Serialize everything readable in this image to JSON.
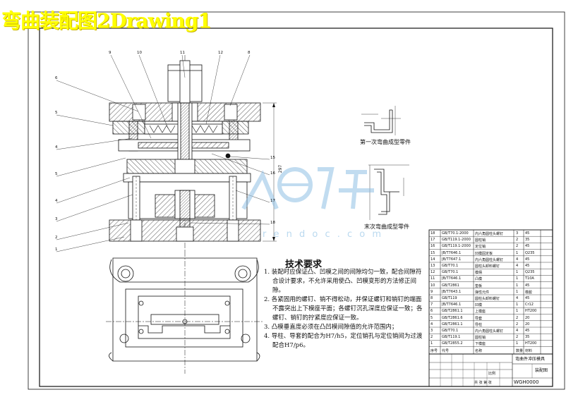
{
  "title": "弯曲装配图2Drawing1",
  "watermark": {
    "url_text": "r e n d o c . c o m"
  },
  "captions": {
    "first_bend_part": "第一次弯曲成型零件",
    "final_bend_part": "末次弯曲成型零件"
  },
  "part_labels_left": [
    "6",
    "5",
    "4",
    "5",
    "4",
    "3",
    "2",
    "1"
  ],
  "part_labels_top": [
    "9",
    "10",
    "11",
    "12",
    "8"
  ],
  "part_labels_right": [
    "15",
    "16",
    "17",
    "18"
  ],
  "dimension_labels": {
    "height": "297"
  },
  "technical_requirements": {
    "heading": "技术要求",
    "items": [
      "1. 装配时应保证凸、凹模之间的间隙均匀一致，配合间隙符合设计要求，不允许采用使凸、凹模变形的方法修正间隙。",
      "2. 各紧固用的螺钉、销不得松动，并保证螺钉和销钉的端面不露突出上下模座平面；各螺钉沉孔深度应保证一致；各螺钉、销钉的拧紧度应保证一致。",
      "3. 凸模垂直度必须在凸凹模间隙值的允许范围内；",
      "4. 导柱、导套的配合为H7/h5，定位销孔与定位销间为过渡配合H7/p6。"
    ]
  },
  "bom": {
    "rows": [
      {
        "no": "18",
        "code": "GB/T70.1-2000",
        "name": "内六角圆柱头螺钉",
        "qty": "3",
        "mat": "45"
      },
      {
        "no": "17",
        "code": "GB/T119.1-2000",
        "name": "圆柱销",
        "qty": "2",
        "mat": "35"
      },
      {
        "no": "16",
        "code": "GB/T119.1-2000",
        "name": "定位销",
        "qty": "2",
        "mat": "45"
      },
      {
        "no": "15",
        "code": "JB/T7646.1",
        "name": "凹模固定板",
        "qty": "1",
        "mat": "Q235"
      },
      {
        "no": "14",
        "code": "JB/T7647.1",
        "name": "内六角圆柱头螺钉",
        "qty": "4",
        "mat": "45"
      },
      {
        "no": "13",
        "code": "GB/T70.1",
        "name": "圆柱头卸料螺钉",
        "qty": "4",
        "mat": "45"
      },
      {
        "no": "12",
        "code": "GB/T70.1",
        "name": "模柄",
        "qty": "1",
        "mat": "Q235"
      },
      {
        "no": "11",
        "code": "JB/T7646.1",
        "name": "凸模",
        "qty": "1",
        "mat": "T10A"
      },
      {
        "no": "10",
        "code": "GB/T2861",
        "name": "垫板",
        "qty": "1",
        "mat": "45"
      },
      {
        "no": "9",
        "code": "JB/T7643.1",
        "name": "弹性元件",
        "qty": "1",
        "mat": "橡胶"
      },
      {
        "no": "8",
        "code": "GB/T119",
        "name": "圆柱头卸料螺钉",
        "qty": "4",
        "mat": "45"
      },
      {
        "no": "7",
        "code": "JB/T7646.1",
        "name": "凹模",
        "qty": "1",
        "mat": "Cr12"
      },
      {
        "no": "6",
        "code": "GB/T2861.1",
        "name": "上模座",
        "qty": "1",
        "mat": "HT200"
      },
      {
        "no": "5",
        "code": "GB/T2861.6",
        "name": "导套",
        "qty": "2",
        "mat": "20"
      },
      {
        "no": "4",
        "code": "GB/T2861.1",
        "name": "导柱",
        "qty": "2",
        "mat": "20"
      },
      {
        "no": "3",
        "code": "GB/T70.1",
        "name": "内六角圆柱头螺钉",
        "qty": "4",
        "mat": "45"
      },
      {
        "no": "2",
        "code": "GB/T119.1",
        "name": "圆柱销",
        "qty": "2",
        "mat": "35"
      },
      {
        "no": "1",
        "code": "GB/T2855.2",
        "name": "下模座",
        "qty": "1",
        "mat": "HT200"
      }
    ],
    "header": {
      "no": "序号",
      "code": "代号",
      "name": "名称",
      "qty": "数量",
      "mat": "材料"
    }
  },
  "title_block": {
    "name": "弯曲件冲压模具",
    "scale_label": "比例",
    "drawing_no": "WGH0000",
    "sheet": "共 张 第 张",
    "school": "装配图"
  },
  "colors": {
    "line": "#111111",
    "watermark": "#8fc0e4",
    "title": "#ffff00"
  }
}
